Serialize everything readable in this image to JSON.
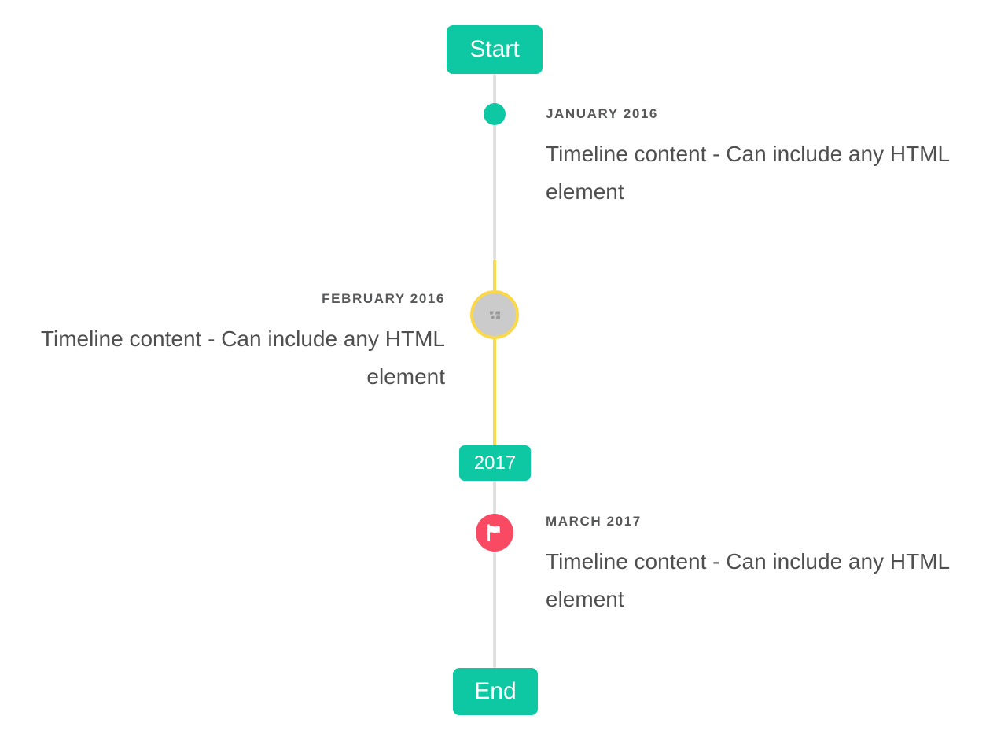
{
  "colors": {
    "accent_teal": "#0dc8a3",
    "highlight_yellow": "#fbd84a",
    "line_gray": "#e1e1e1",
    "marker_red": "#fa4962",
    "marker_gray_fill": "#cbcbcb",
    "broken_image_icon_gray": "#9b9b9b",
    "label_text": "#57585a",
    "content_text": "#4f4f4f",
    "badge_text": "#ffffff"
  },
  "timeline": {
    "start_badge": "Start",
    "year_badge": "2017",
    "end_badge": "End",
    "items": [
      {
        "date": "JANUARY 2016",
        "content": "Timeline content - Can include any HTML element",
        "side": "right",
        "marker": "teal-dot"
      },
      {
        "date": "FEBRUARY 2016",
        "content": "Timeline content - Can include any HTML element",
        "side": "left",
        "marker": "gray-circle-broken-image-yellow-ring"
      },
      {
        "date": "MARCH 2017",
        "content": "Timeline content - Can include any HTML element",
        "side": "right",
        "marker": "red-flag-circle"
      }
    ]
  }
}
